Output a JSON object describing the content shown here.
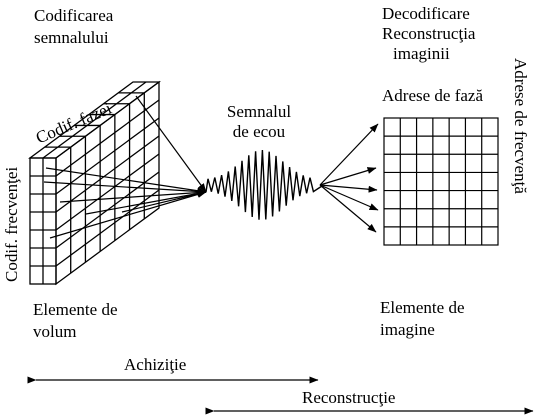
{
  "labels": {
    "encoding_title_line1": "Codificarea",
    "encoding_title_line2": "semnalului",
    "phase_encoding": "Codif. fazei",
    "frequency_encoding": "Codif. frecvenţei",
    "echo_signal_line1": "Semnalul",
    "echo_signal_line2": "de ecou",
    "decoding_line1": "Decodificare",
    "decoding_line2": "Reconstrucţia",
    "decoding_line3": "imaginii",
    "phase_addresses": "Adrese de fază",
    "frequency_addresses": "Adrese de frecvenţă",
    "volume_elements_line1": "Elemente de",
    "volume_elements_line2": "volum",
    "image_elements_line1": "Elemente de",
    "image_elements_line2": "imagine",
    "acquisition": "Achiziţie",
    "reconstruction": "Reconstrucţie"
  },
  "colors": {
    "ink": "#000000",
    "background": "#ffffff"
  }
}
